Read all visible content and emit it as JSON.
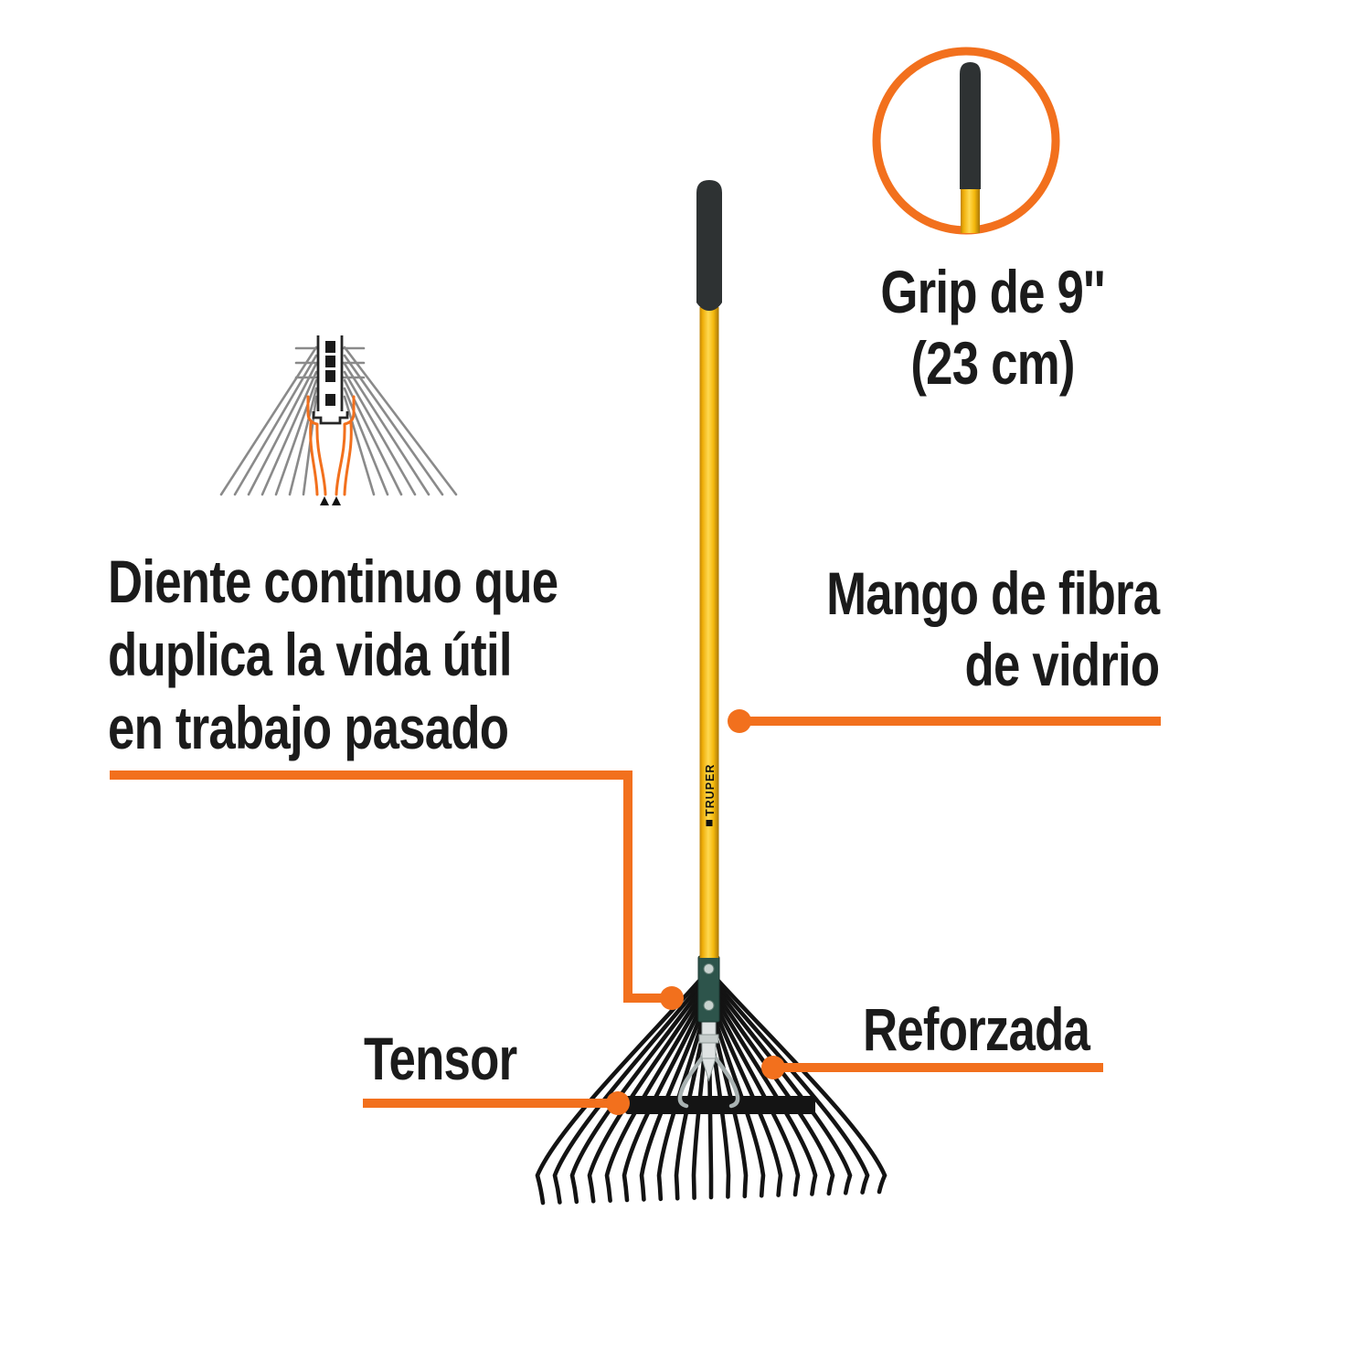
{
  "brand": {
    "logo_text": "TRUPER"
  },
  "inset": {
    "line1": "Grip de 9''",
    "line2": "(23 cm)"
  },
  "callouts": {
    "diente": {
      "line1": "Diente continuo que",
      "line2": "duplica la vida útil",
      "line3": "en trabajo pasado"
    },
    "mango": {
      "line1": "Mango de fibra",
      "line2": "de vidrio"
    },
    "tensor": {
      "label": "Tensor"
    },
    "reforzada": {
      "label": "Reforzada"
    }
  },
  "colors": {
    "accent_orange": "#F2701D",
    "handle_yellow": "#FFD951",
    "grip_black": "#2E3233",
    "ferrule_teal": "#2D544B",
    "text_ink": "#1B1B1B"
  }
}
